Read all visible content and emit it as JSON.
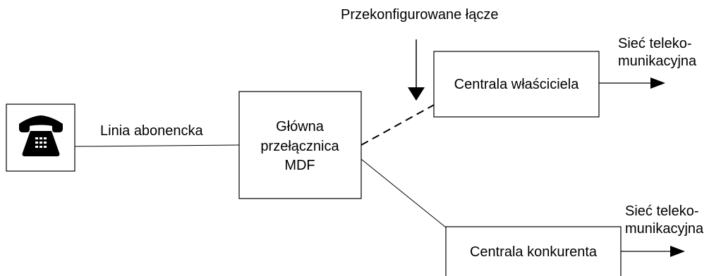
{
  "labels": {
    "reconfigured_link": "Przekonfigurowane łącze",
    "subscriber_line": "Linia abonencka",
    "mdf_line1": "Główna",
    "mdf_line2": "przełącznica",
    "mdf_line3": "MDF",
    "owner_exchange": "Centrala właściciela",
    "competitor_exchange": "Centrala konkurenta",
    "network_top_line1": "Sieć teleko-",
    "network_top_line2": "munikacyjna",
    "network_bottom_line1": "Sieć teleko-",
    "network_bottom_line2": "munikacyjna"
  },
  "icons": {
    "telephone": "telephone-icon"
  },
  "colors": {
    "stroke": "#000000",
    "background": "#ffffff"
  }
}
